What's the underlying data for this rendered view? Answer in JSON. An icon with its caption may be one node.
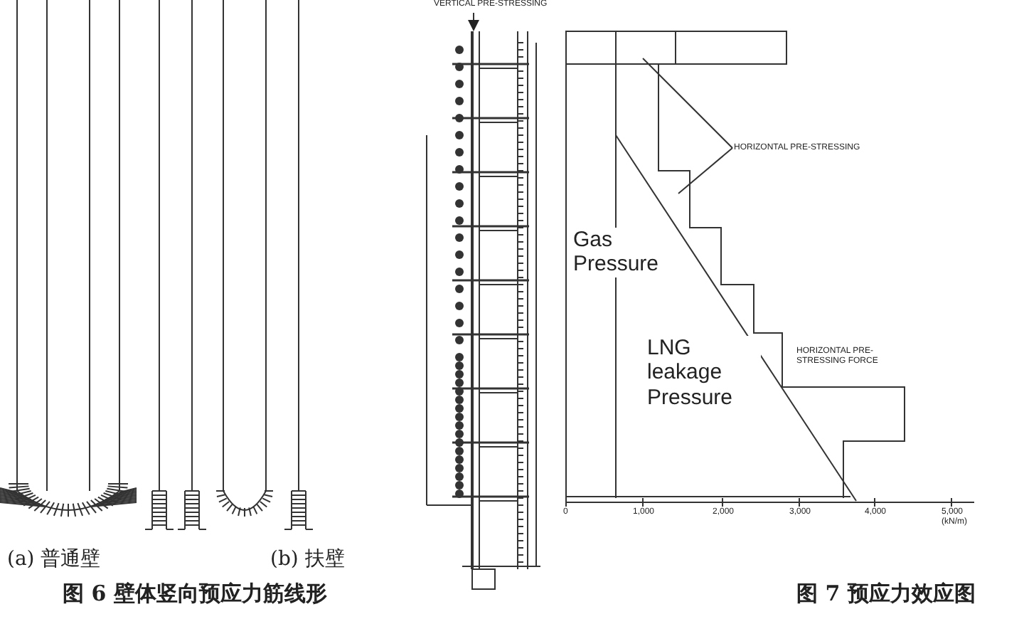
{
  "diagram": {
    "nodes": [
      {
        "text": [
          "VERTICAL PRE-STRESSING"
        ]
      },
      {
        "text": [
          "HORIZONTAL PRE-STRESSING"
        ]
      },
      {
        "text": [],
        "shape": "picture"
      }
    ],
    "edges": [
      {
        "from": 0,
        "to": 2,
        "arrow": "to"
      },
      {
        "from": 1,
        "to": null,
        "arrow": "none"
      },
      {
        "from": 1,
        "to": null,
        "arrow": "none"
      }
    ],
    "labels": [
      "Gas Pressure",
      "LNG leakage Pressure",
      "HORIZONTAL PRE-STRESSING FORCE",
      "0",
      "1,000",
      "2,000",
      "3,000",
      "4,000",
      "5,000",
      "(kN/m)",
      "(a) 普通壁",
      "(b) 扶壁",
      "图 6 壁体竖向预应力筋线形",
      "图 7 预应力效应图"
    ]
  }
}
